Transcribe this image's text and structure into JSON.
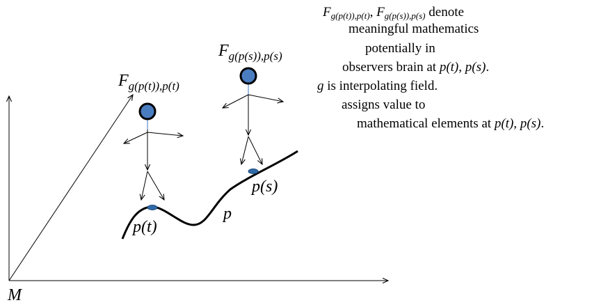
{
  "labels": {
    "space": "M",
    "curve": "p",
    "point_t": "p(t)",
    "point_s": "p(s)",
    "field_t_main": "F",
    "field_t_sub": "g(p(t)),p(t)",
    "field_s_main": "F",
    "field_s_sub": "g(p(s)),p(s)"
  },
  "description": {
    "line1_f1_main": "F",
    "line1_f1_sub": "g(p(t)),p(t)",
    "line1_sep": ", ",
    "line1_f2_main": "F",
    "line1_f2_sub": "g(p(s)),p(s)",
    "line1_tail": " denote",
    "line2": "meaningful mathematics",
    "line3": "potentially in",
    "line4_text": "observers brain at ",
    "line4_pt": "p(t)",
    "line4_sep": ", ",
    "line4_ps": "p(s)",
    "line4_end": ".",
    "line5_g": "g",
    "line5_text": " is interpolating field.",
    "line6": "assigns value to",
    "line7_text": "mathematical elements at ",
    "line7_pt": "p(t)",
    "line7_sep": ", ",
    "line7_ps": "p(s)",
    "line7_end": "."
  },
  "colors": {
    "head_fill": "#4a7dc0",
    "point_marker": "#2f6aa8",
    "neck": "#7aa6d8"
  }
}
